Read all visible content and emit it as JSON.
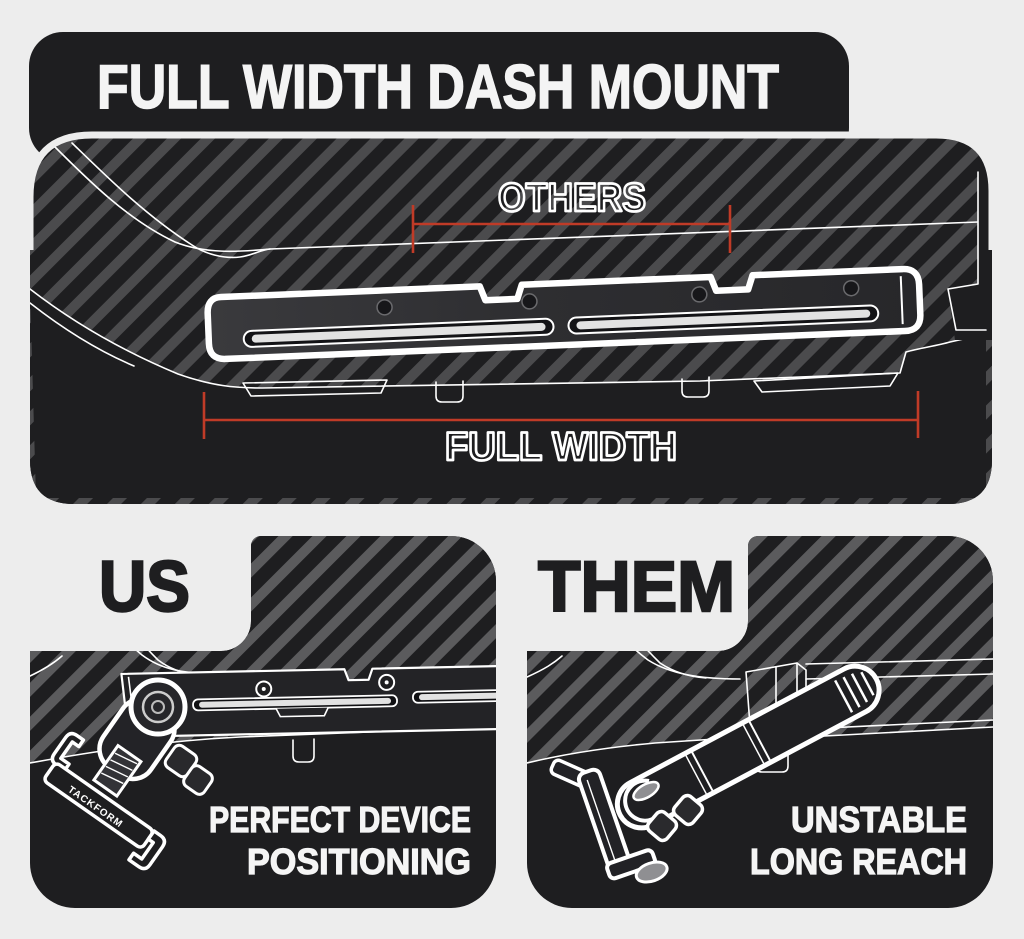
{
  "title": "FULL WIDTH DASH MOUNT",
  "top_panel": {
    "others_label": "OTHERS",
    "full_width_label": "FULL WIDTH"
  },
  "comparison": {
    "us": {
      "label": "US",
      "caption_line1": "PERFECT DEVICE",
      "caption_line2": "POSITIONING",
      "brand_on_clamp": "TACKFORM"
    },
    "them": {
      "label": "THEM",
      "caption_line1": "UNSTABLE",
      "caption_line2": "LONG REACH"
    }
  },
  "colors": {
    "background": "#ededed",
    "panel_dark": "#1e1e20",
    "stripe_top": "#4b4b4d",
    "stripe_bottom": "#5b5b5d",
    "dimension_red": "#c03b27",
    "text_light": "#f4f4f4",
    "text_dark": "#1e1e20",
    "line_white": "#ffffff"
  }
}
